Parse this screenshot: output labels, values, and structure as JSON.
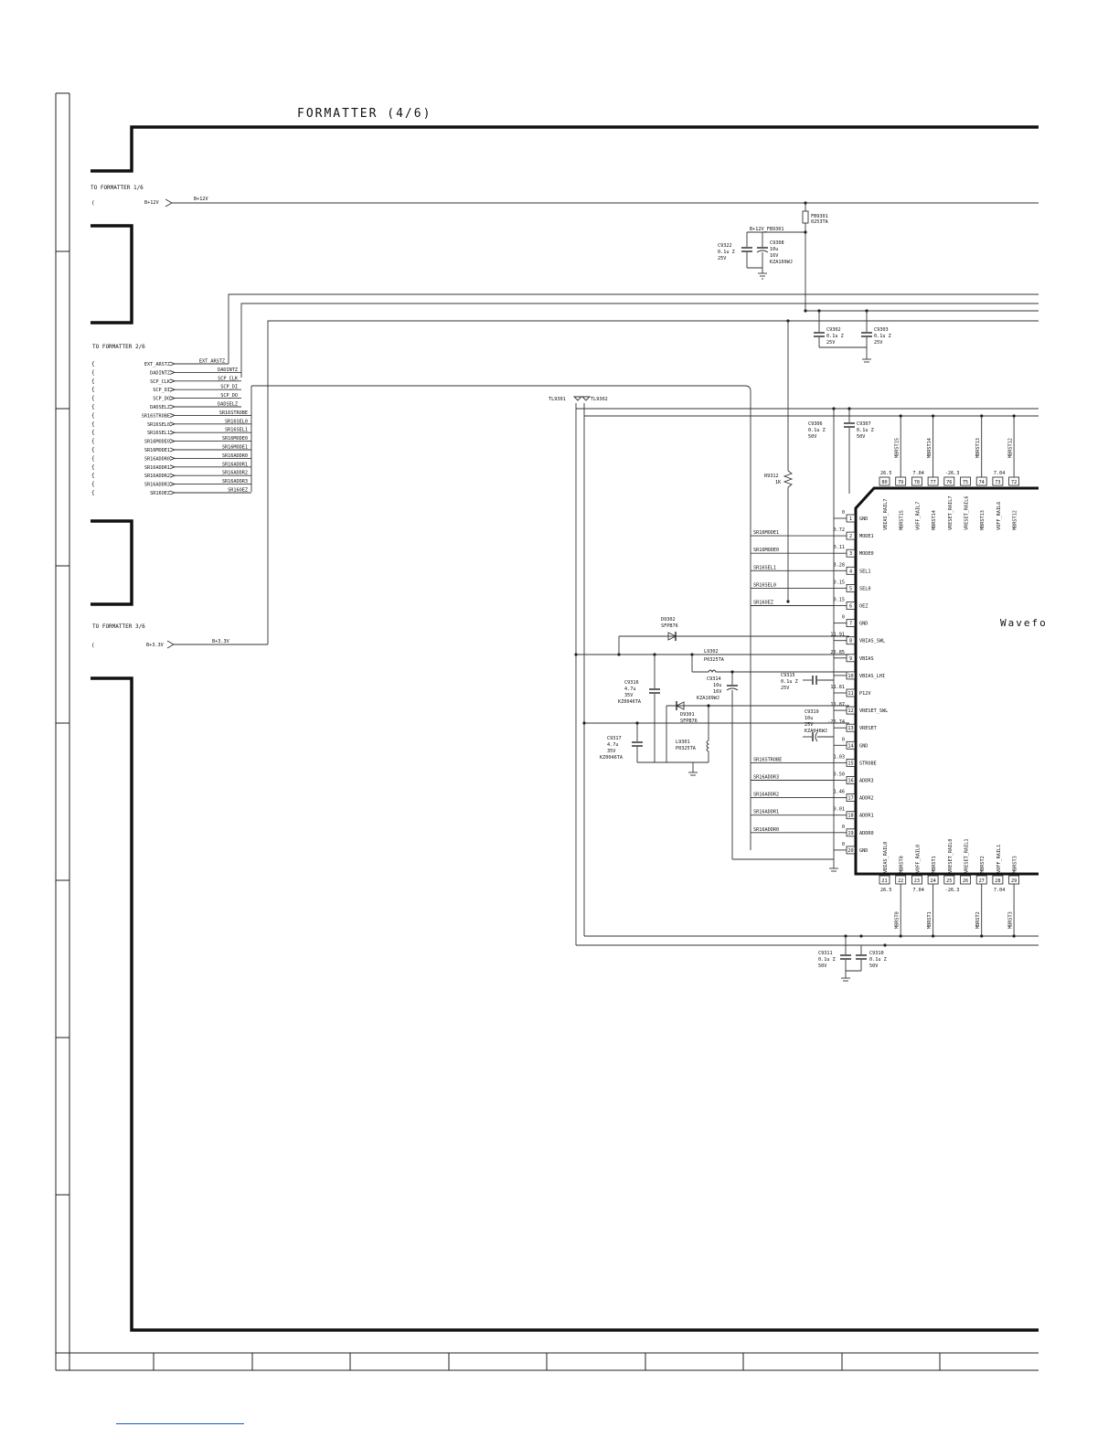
{
  "title": "FORMATTER (4/6)",
  "connectors": [
    {
      "label": "TO FORMATTER 1/6",
      "signals": [
        "B+12V"
      ]
    },
    {
      "label": "TO FORMATTER 2/6",
      "signals": [
        "EXT_ARSTZ",
        "DADINTZ",
        "SCP_CLK",
        "SCP_DI",
        "SCP_DO",
        "DADSELZ",
        "SR16STROBE",
        "SR16SEL0",
        "SR16SEL1",
        "SR16MODE0",
        "SR16MODE1",
        "SR16ADDR0",
        "SR16ADDR1",
        "SR16ADDR2",
        "SR16ADDR3",
        "SR16OEZ"
      ]
    },
    {
      "label": "TO FORMATTER 3/6",
      "signals": [
        "B+3.3V"
      ]
    }
  ],
  "net_labels": {
    "b12": "B+12V",
    "b33": "B+3.3V",
    "b12_fb": "B+12V_FB9301",
    "right_bus": [
      "EXT_ARSTZ",
      "DADINTZ",
      "SCP_CLK",
      "SCP_DI",
      "SCP_DO",
      "DADSELZ",
      "SR16STROBE",
      "SR16SEL0",
      "SR16SEL1",
      "SR16MODE0",
      "SR16MODE1",
      "SR16ADDR0",
      "SR16ADDR1",
      "SR16ADDR2",
      "SR16ADDR3",
      "SR16OEZ"
    ],
    "tp1": "TL9301",
    "tp2": "TL9302"
  },
  "components": {
    "fb9301": [
      "FB9301",
      "0253TA"
    ],
    "c9322": [
      "C9322",
      "0.1u Z",
      "25V"
    ],
    "c9308": [
      "C9308",
      "10u",
      "16V",
      "KZA109WJ"
    ],
    "c9302": [
      "C9302",
      "0.1u Z",
      "25V"
    ],
    "c9303": [
      "C9303",
      "0.1u Z",
      "25V"
    ],
    "c9306": [
      "C9306",
      "0.1u Z",
      "50V"
    ],
    "c9307": [
      "C9307",
      "0.1u Z",
      "50V"
    ],
    "r9312": [
      "R9312",
      "1K"
    ],
    "d9302": [
      "D9302",
      "SFPB76"
    ],
    "l9302": [
      "L9302",
      "P0325TA"
    ],
    "c9314": [
      "C9314",
      "10u",
      "16V",
      "KZA109WJ"
    ],
    "c9315": [
      "C9315",
      "0.1u Z",
      "25V"
    ],
    "c9316": [
      "C9316",
      "4.7u",
      "35V",
      "KZ0046TA"
    ],
    "d9301": [
      "D9301",
      "SFPB76"
    ],
    "c9319": [
      "C9319",
      "10u",
      "25V",
      "KZA046WJ"
    ],
    "c9317": [
      "C9317",
      "4.7u",
      "35V",
      "KZ0046TA"
    ],
    "l9301": [
      "L9301",
      "P0325TA"
    ],
    "c9311": [
      "C9311",
      "0.1u Z",
      "50V"
    ],
    "c9310": [
      "C9310",
      "0.1u Z",
      "50V"
    ]
  },
  "ic": {
    "name_fragment": "Wavefo",
    "left_pins": [
      {
        "num": "1",
        "name": "GND",
        "volt": "0",
        "net": ""
      },
      {
        "num": "2",
        "name": "MODE1",
        "volt": "0.72",
        "net": "SR16MODE1"
      },
      {
        "num": "3",
        "name": "MODE0",
        "volt": "0.11",
        "net": "SR16MODE0"
      },
      {
        "num": "4",
        "name": "SEL1",
        "volt": "3.28",
        "net": "SR16SEL1"
      },
      {
        "num": "5",
        "name": "SEL0",
        "volt": "0.15",
        "net": "SR16SEL0"
      },
      {
        "num": "6",
        "name": "OEZ",
        "volt": "0.15",
        "net": "SR16OEZ"
      },
      {
        "num": "7",
        "name": "GND",
        "volt": "0",
        "net": ""
      },
      {
        "num": "8",
        "name": "VBIAS_SWL",
        "volt": "11.91",
        "net": ""
      },
      {
        "num": "9",
        "name": "VBIAS",
        "volt": "26.85",
        "net": ""
      },
      {
        "num": "10",
        "name": "VBIAS_LHI",
        "volt": "",
        "net": ""
      },
      {
        "num": "11",
        "name": "P12V",
        "volt": "11.81",
        "net": ""
      },
      {
        "num": "12",
        "name": "VRESET_SWL",
        "volt": "11.87",
        "net": ""
      },
      {
        "num": "13",
        "name": "VRESET",
        "volt": "-26.74",
        "net": ""
      },
      {
        "num": "14",
        "name": "GND",
        "volt": "0",
        "net": ""
      },
      {
        "num": "15",
        "name": "STROBE",
        "volt": "1.03",
        "net": "SR16STROBE"
      },
      {
        "num": "16",
        "name": "ADDR3",
        "volt": "0.50",
        "net": "SR16ADDR3"
      },
      {
        "num": "17",
        "name": "ADDR2",
        "volt": "1.46",
        "net": "SR16ADDR2"
      },
      {
        "num": "18",
        "name": "ADDR1",
        "volt": "0.01",
        "net": "SR16ADDR1"
      },
      {
        "num": "19",
        "name": "ADDR0",
        "volt": "0",
        "net": "SR16ADDR0"
      },
      {
        "num": "20",
        "name": "GND",
        "volt": "0",
        "net": ""
      }
    ],
    "top_pins": [
      {
        "num": "80",
        "name": "VBIAS_RAIL7",
        "volt": "26.5",
        "net": ""
      },
      {
        "num": "79",
        "name": "MBRST15",
        "volt": "",
        "net": "MBRST15"
      },
      {
        "num": "78",
        "name": "VOFF_RAIL7",
        "volt": "7.04",
        "net": ""
      },
      {
        "num": "77",
        "name": "MBRST14",
        "volt": "",
        "net": "MBRST14"
      },
      {
        "num": "76",
        "name": "VRESET_RAIL7",
        "volt": "-26.3",
        "net": ""
      },
      {
        "num": "75",
        "name": "VRESET_RAIL6",
        "volt": "",
        "net": ""
      },
      {
        "num": "74",
        "name": "MBRST13",
        "volt": "",
        "net": "MBRST13"
      },
      {
        "num": "73",
        "name": "VOFF_RAIL6",
        "volt": "7.04",
        "net": ""
      },
      {
        "num": "72",
        "name": "MBRST12",
        "volt": "",
        "net": "MBRST12"
      }
    ],
    "bottom_pins": [
      {
        "num": "21",
        "name": "VBIAS_RAIL0",
        "volt": "26.5",
        "net": ""
      },
      {
        "num": "22",
        "name": "MBRST0",
        "volt": "",
        "net": "MBRST0"
      },
      {
        "num": "23",
        "name": "VOFF_RAIL0",
        "volt": "7.04",
        "net": ""
      },
      {
        "num": "24",
        "name": "MBRST1",
        "volt": "",
        "net": "MBRST1"
      },
      {
        "num": "25",
        "name": "VRESET_RAIL0",
        "volt": "-26.3",
        "net": ""
      },
      {
        "num": "26",
        "name": "VRESET_RAIL1",
        "volt": "",
        "net": ""
      },
      {
        "num": "27",
        "name": "MBRST2",
        "volt": "",
        "net": "MBRST2"
      },
      {
        "num": "28",
        "name": "VOFF_RAIL1",
        "volt": "7.04",
        "net": ""
      },
      {
        "num": "29",
        "name": "MBRST3",
        "volt": "",
        "net": "MBRST3"
      }
    ]
  }
}
